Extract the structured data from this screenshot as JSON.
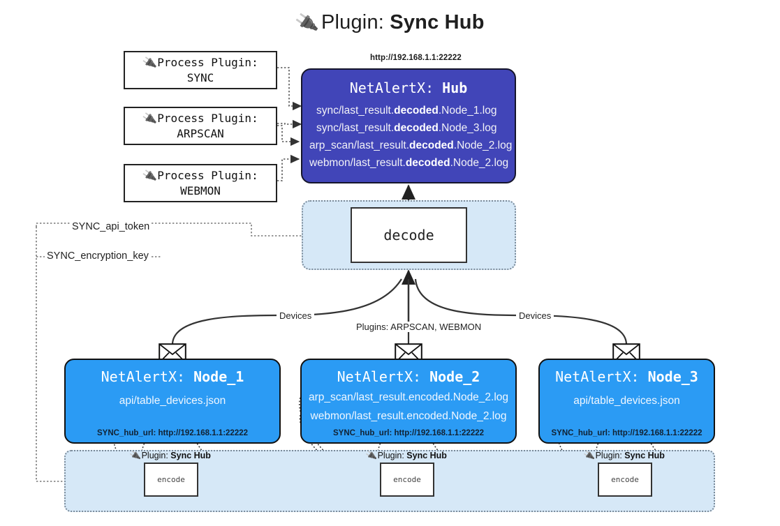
{
  "title": {
    "icon": "plug-icon",
    "glyph": "🔌",
    "prefix": "Plugin: ",
    "name": "Sync Hub"
  },
  "process_plugins": [
    {
      "icon": "plug-icon",
      "glyph": "🔌",
      "line1": "Process Plugin:",
      "line2": "SYNC"
    },
    {
      "icon": "plug-icon",
      "glyph": "🔌",
      "line1": "Process Plugin:",
      "line2": "ARPSCAN"
    },
    {
      "icon": "plug-icon",
      "glyph": "🔌",
      "line1": "Process Plugin:",
      "line2": "WEBMON"
    }
  ],
  "hub": {
    "url_label": "http://192.168.1.1:22222",
    "title_prefix": "NetAlertX: ",
    "title_name": "Hub",
    "logs": [
      {
        "pre": "sync/last_result.",
        "mid": "decoded",
        "post": ".Node_1.log"
      },
      {
        "pre": "sync/last_result.",
        "mid": "decoded",
        "post": ".Node_3.log"
      },
      {
        "pre": "arp_scan/last_result.",
        "mid": "decoded",
        "post": ".Node_2.log"
      },
      {
        "pre": "webmon/last_result.",
        "mid": "decoded",
        "post": ".Node_2.log"
      }
    ]
  },
  "decode": {
    "label": "decode"
  },
  "settings": {
    "api_token": "SYNC_api_token",
    "encryption_key": "SYNC_encryption_key"
  },
  "edges": {
    "devices_left": "Devices",
    "devices_right": "Devices",
    "plugins_center": "Plugins: ARPSCAN, WEBMON"
  },
  "nodes": [
    {
      "title_prefix": "NetAlertX: ",
      "title_name": "Node_1",
      "lines": [
        "api/table_devices.json"
      ],
      "footer": "SYNC_hub_url: http://192.168.1.1:22222",
      "envelope_icon": "envelope-icon"
    },
    {
      "title_prefix": "NetAlertX: ",
      "title_name": "Node_2",
      "lines": [
        "arp_scan/last_result.encoded.Node_2.log",
        "webmon/last_result.encoded.Node_2.log"
      ],
      "footer": "SYNC_hub_url: http://192.168.1.1:22222",
      "envelope_icon": "envelope-icon"
    },
    {
      "title_prefix": "NetAlertX: ",
      "title_name": "Node_3",
      "lines": [
        "api/table_devices.json"
      ],
      "footer": "SYNC_hub_url: http://192.168.1.1:22222",
      "envelope_icon": "envelope-icon"
    }
  ],
  "encoders": [
    {
      "plugin_prefix": "Plugin: ",
      "plugin_name": "Sync Hub",
      "glyph": "🔌",
      "label": "encode"
    },
    {
      "plugin_prefix": "Plugin: ",
      "plugin_name": "Sync Hub",
      "glyph": "🔌",
      "label": "encode"
    },
    {
      "plugin_prefix": "Plugin: ",
      "plugin_name": "Sync Hub",
      "glyph": "🔌",
      "label": "encode"
    }
  ],
  "colors": {
    "hub_bg": "#4145b8",
    "node_bg": "#2b9bf4",
    "panel_bg": "#d6e8f7",
    "line": "#333333",
    "page_bg": "#ffffff"
  }
}
